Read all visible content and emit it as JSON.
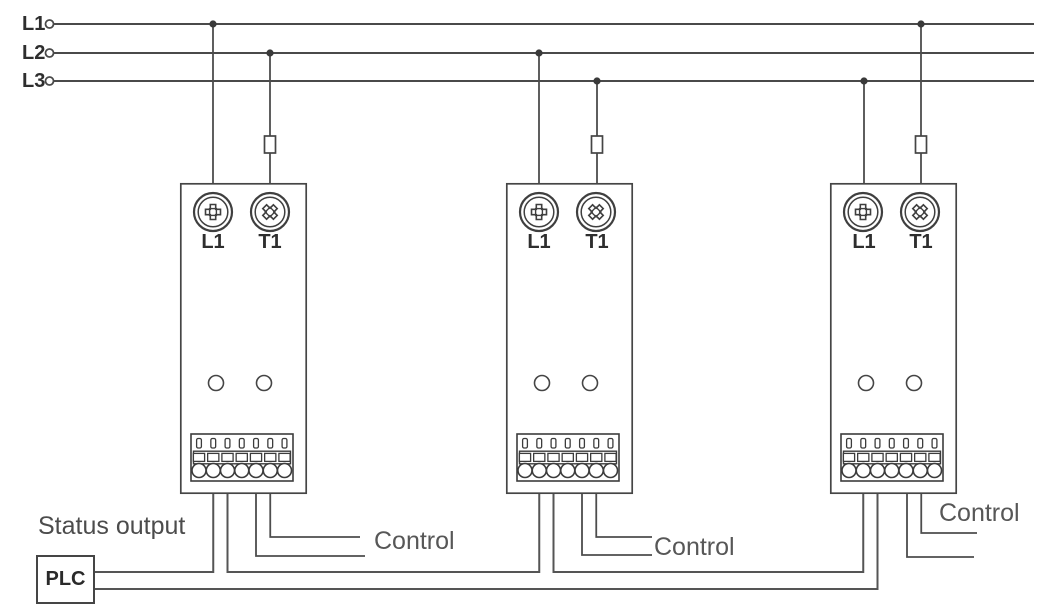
{
  "diagram": {
    "phases": [
      {
        "label": "L1"
      },
      {
        "label": "L2"
      },
      {
        "label": "L3"
      }
    ],
    "devices": [
      {
        "input_terminal": "L1",
        "output_terminal": "T1",
        "control_label": "Control"
      },
      {
        "input_terminal": "L1",
        "output_terminal": "T1",
        "control_label": "Control"
      },
      {
        "input_terminal": "L1",
        "output_terminal": "T1",
        "control_label": "Control"
      }
    ],
    "plc": {
      "label": "PLC",
      "status_output_label": "Status output"
    },
    "colors": {
      "wire": "#4d4d4d",
      "text_dark": "#2e2e2e",
      "label_gray": "#575757"
    }
  }
}
